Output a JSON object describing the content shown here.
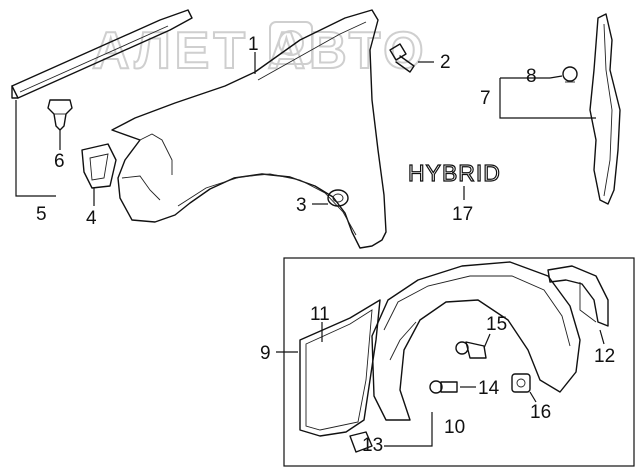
{
  "watermark": "АЛЕТ АВТО",
  "badge_text": "HYBRID",
  "callouts": {
    "c1": "1",
    "c2": "2",
    "c3": "3",
    "c4": "4",
    "c5": "5",
    "c6": "6",
    "c7": "7",
    "c8": "8",
    "c9": "9",
    "c10": "10",
    "c11": "11",
    "c12": "12",
    "c13": "13",
    "c14": "14",
    "c15": "15",
    "c16": "16",
    "c17": "17"
  }
}
